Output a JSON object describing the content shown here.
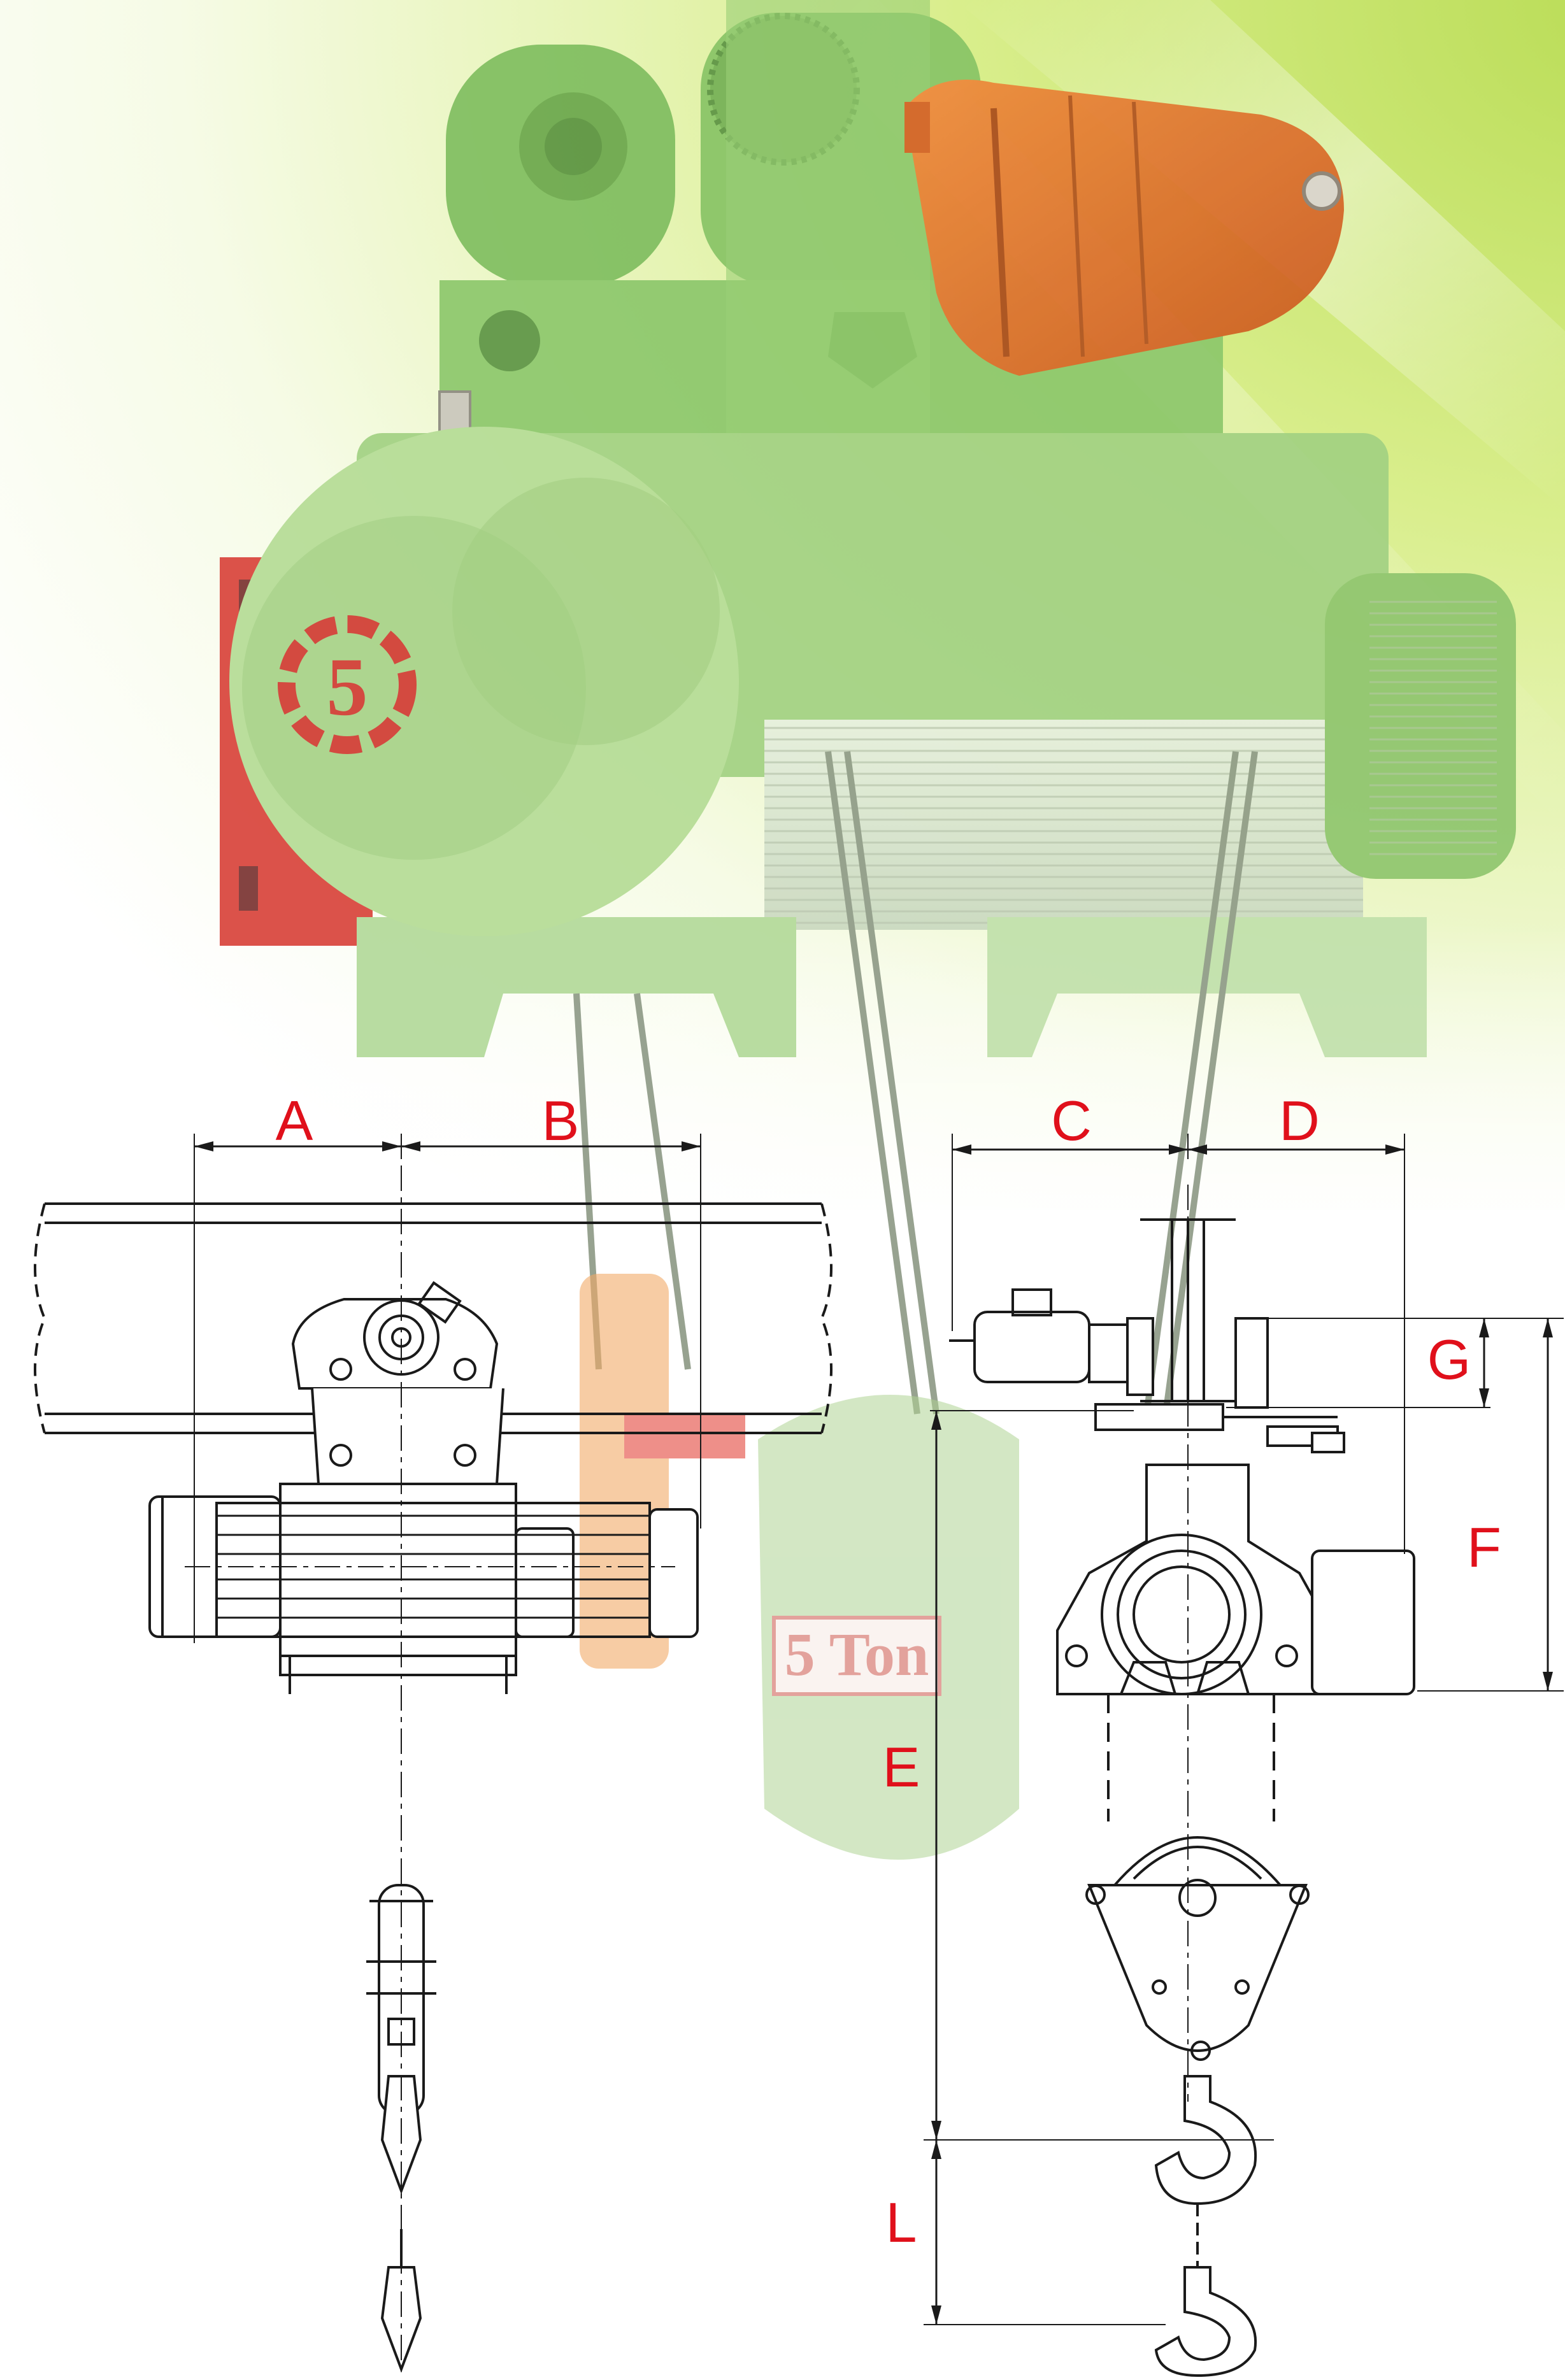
{
  "dimension_labels": {
    "A": "A",
    "B": "B",
    "C": "C",
    "D": "D",
    "E": "E",
    "F": "F",
    "G": "G",
    "L": "L"
  },
  "photo": {
    "drum_cover_logo": "5",
    "hook_block_badge": "5 Ton"
  },
  "colors": {
    "label_red": "#e0101b",
    "hoist_green": "#8fc870",
    "motor_orange": "#e2702a",
    "panel_red": "#d8433a",
    "line_black": "#1a1a1a",
    "bg_yellow_green": "#d6ec86"
  }
}
